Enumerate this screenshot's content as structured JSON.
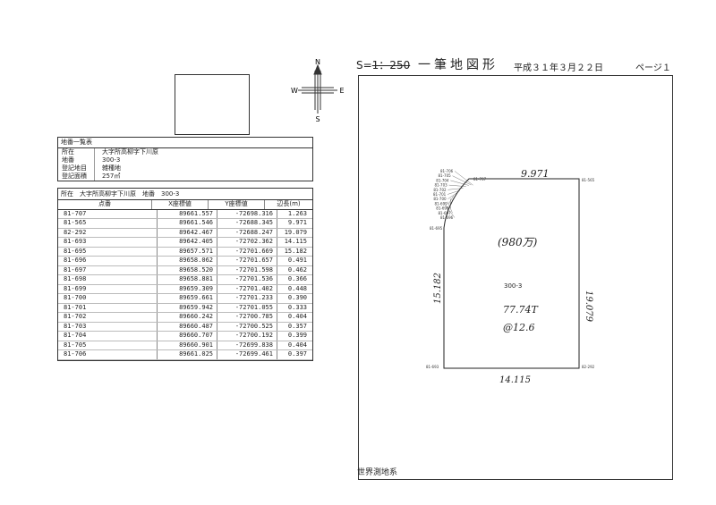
{
  "header": {
    "scale_prefix": "S=",
    "scale_struck": "1：250",
    "title": "一筆地図形",
    "date": "平成３１年３月２２日",
    "page": "ページ１"
  },
  "compass": {
    "n": "N",
    "s": "S",
    "e": "E",
    "w": "W"
  },
  "parcel_info": {
    "caption": "地番一覧表",
    "rows": [
      {
        "label": "所在",
        "value": "大字所高柳字下川原"
      },
      {
        "label": "地番",
        "value": "300-3"
      },
      {
        "label": "登記地目",
        "value": "雑種地"
      },
      {
        "label": "登記面積",
        "value": "257㎡"
      }
    ]
  },
  "coord_table": {
    "caption": "所在　大字所高柳字下川原　地番　300-3",
    "headers": [
      "点番",
      "X座標値",
      "Y座標値",
      "辺長(m)"
    ],
    "rows": [
      [
        "81-707",
        "89661.557",
        "-72698.316",
        "1.263"
      ],
      [
        "81-565",
        "89661.546",
        "-72688.345",
        "9.971"
      ],
      [
        "82-292",
        "89642.467",
        "-72688.247",
        "19.079"
      ],
      [
        "81-693",
        "89642.405",
        "-72702.362",
        "14.115"
      ],
      [
        "81-695",
        "89657.571",
        "-72701.669",
        "15.182"
      ],
      [
        "81-696",
        "89658.062",
        "-72701.657",
        "0.491"
      ],
      [
        "81-697",
        "89658.520",
        "-72701.598",
        "0.462"
      ],
      [
        "81-698",
        "89658.881",
        "-72701.536",
        "0.366"
      ],
      [
        "81-699",
        "89659.309",
        "-72701.402",
        "0.448"
      ],
      [
        "81-700",
        "89659.661",
        "-72701.233",
        "0.390"
      ],
      [
        "81-701",
        "89659.942",
        "-72701.055",
        "0.333"
      ],
      [
        "81-702",
        "89660.242",
        "-72700.785",
        "0.404"
      ],
      [
        "81-703",
        "89660.487",
        "-72700.525",
        "0.357"
      ],
      [
        "81-704",
        "89660.707",
        "-72700.192",
        "0.399"
      ],
      [
        "81-705",
        "89660.901",
        "-72699.838",
        "0.404"
      ],
      [
        "81-706",
        "89661.025",
        "-72699.461",
        "0.397"
      ]
    ]
  },
  "map": {
    "parcel_label": "300-3",
    "edge_top": "9.971",
    "edge_right": "19.079",
    "edge_bottom": "14.115",
    "edge_left": "15.182",
    "note_area": "(980万)",
    "note_value": "77.74T",
    "note_rate": "@12.6",
    "corner_ne": "81-565",
    "corner_se": "82-292",
    "corner_sw": "81-693",
    "corner_nw_start": "81-707",
    "corner_w": "81-695",
    "arc_labels": [
      "81-706",
      "81-705",
      "81-704",
      "81-703",
      "81-702",
      "81-701",
      "81-700",
      "81-699",
      "81-698",
      "81-697",
      "81-696"
    ],
    "footer": "世界測地系"
  }
}
